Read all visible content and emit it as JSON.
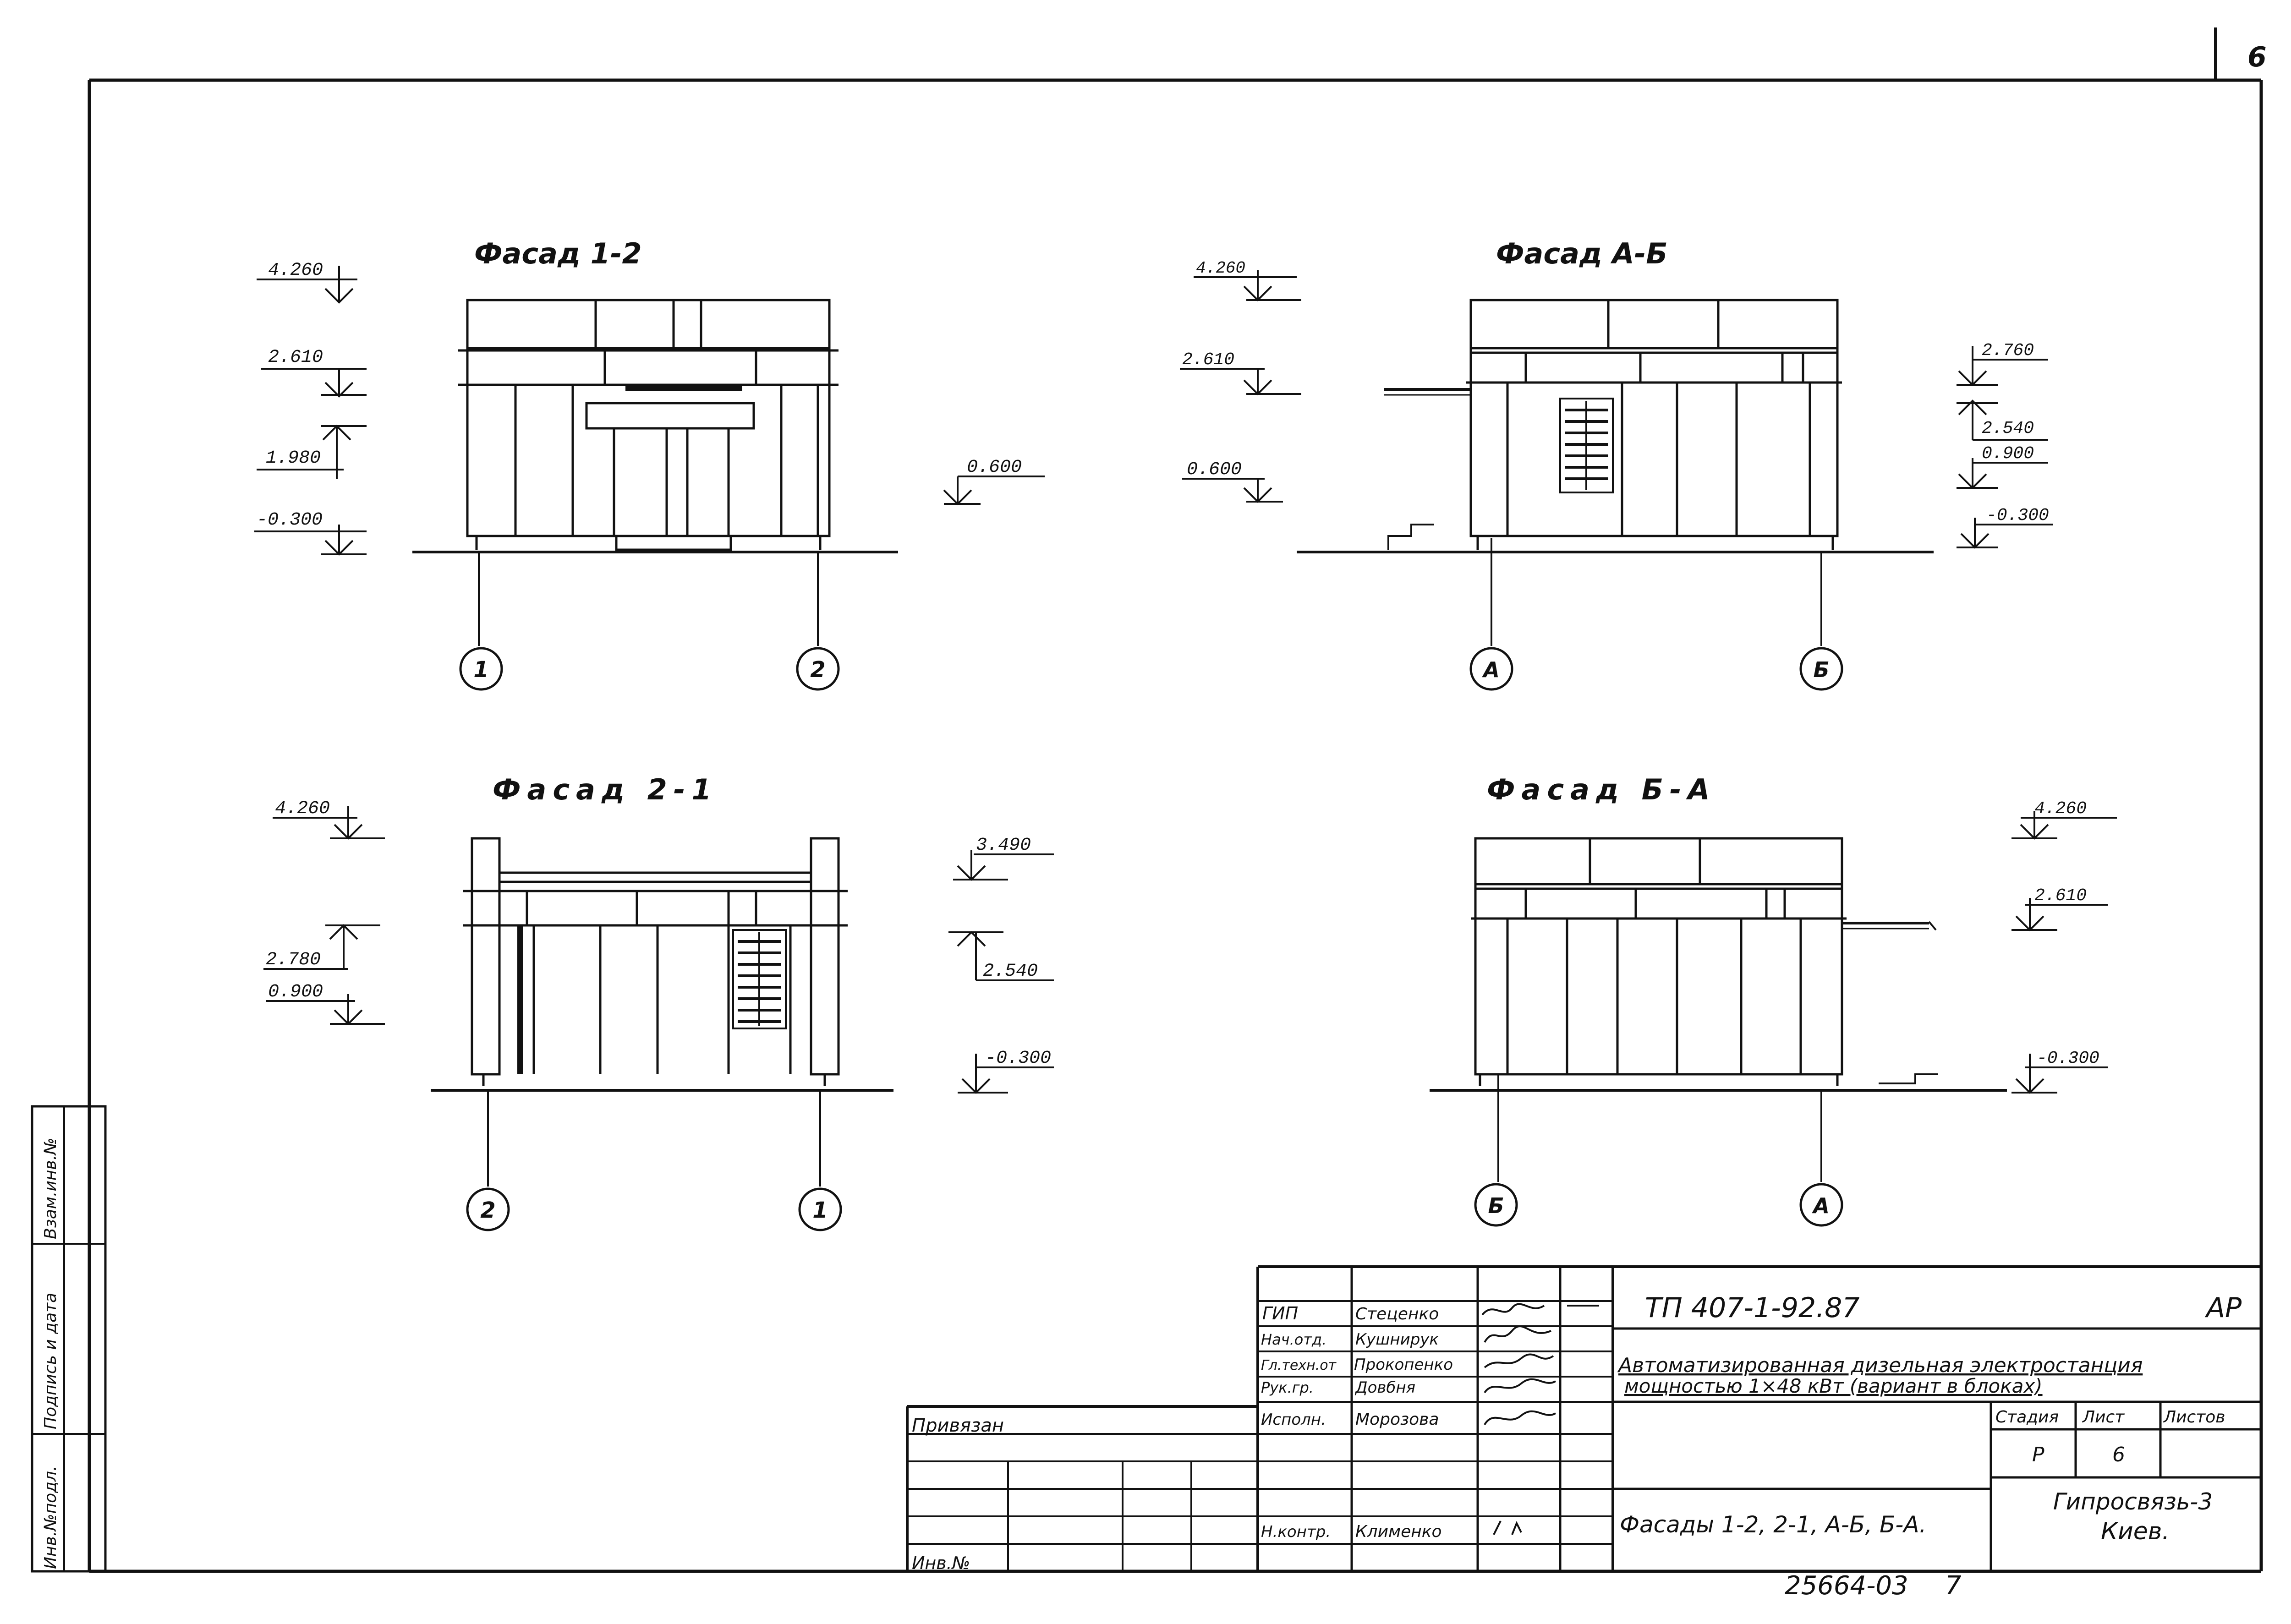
{
  "sheet_corner_number": "6",
  "facades": [
    {
      "title": "Фасад 1-2",
      "left_marks": [
        "4.260",
        "2.610",
        "1.980",
        "-0.300"
      ],
      "right_marks": [
        "0.600"
      ],
      "axes": [
        "1",
        "2"
      ]
    },
    {
      "title": "Фасад А-Б",
      "left_marks": [
        "4.260",
        "2.610",
        "0.600"
      ],
      "right_marks": [
        "2.760",
        "2.540",
        "0.900",
        "-0.300"
      ],
      "axes": [
        "А",
        "Б"
      ]
    },
    {
      "title": "Фасад 2-1",
      "left_marks": [
        "4.260",
        "2.780",
        "0.900"
      ],
      "right_marks": [
        "3.490",
        "2.540",
        "-0.300"
      ],
      "axes": [
        "2",
        "1"
      ]
    },
    {
      "title": "Фасад Б-А",
      "left_marks": [],
      "right_marks": [
        "4.260",
        "2.610",
        "-0.300"
      ],
      "axes": [
        "Б",
        "А"
      ]
    }
  ],
  "side_stamp": {
    "cells": [
      "Инв.№подл.",
      "Подпись и дата",
      "Взам.инв.№"
    ]
  },
  "title_block": {
    "roles": [
      "ГИП",
      "Нач.отд.",
      "Гл.техн.от",
      "Рук.гр.",
      "Исполн.",
      "Н.контр."
    ],
    "names": [
      "Стеценко",
      "Кушнирук",
      "Прокопенко",
      "Довбня",
      "Морозова",
      "Клименко"
    ],
    "privyazan": "Привязан",
    "inv_no": "Инв.№",
    "doc_code": "ТП 407-1-92.87",
    "discipline": "АР",
    "project_title_line1": "Автоматизированная дизельная электростанция",
    "project_title_line2": "мощностью 1×48 кВт (вариант в блоках)",
    "stage_header": "Стадия",
    "sheet_header": "Лист",
    "sheets_header": "Листов",
    "stage_value": "Р",
    "sheet_value": "6",
    "drawing_name": "Фасады 1-2, 2-1, А-Б, Б-А.",
    "org_line1": "Гипросвязь-3",
    "org_line2": "Киев.",
    "archive_number": "25664-03",
    "archive_suffix": "7"
  }
}
